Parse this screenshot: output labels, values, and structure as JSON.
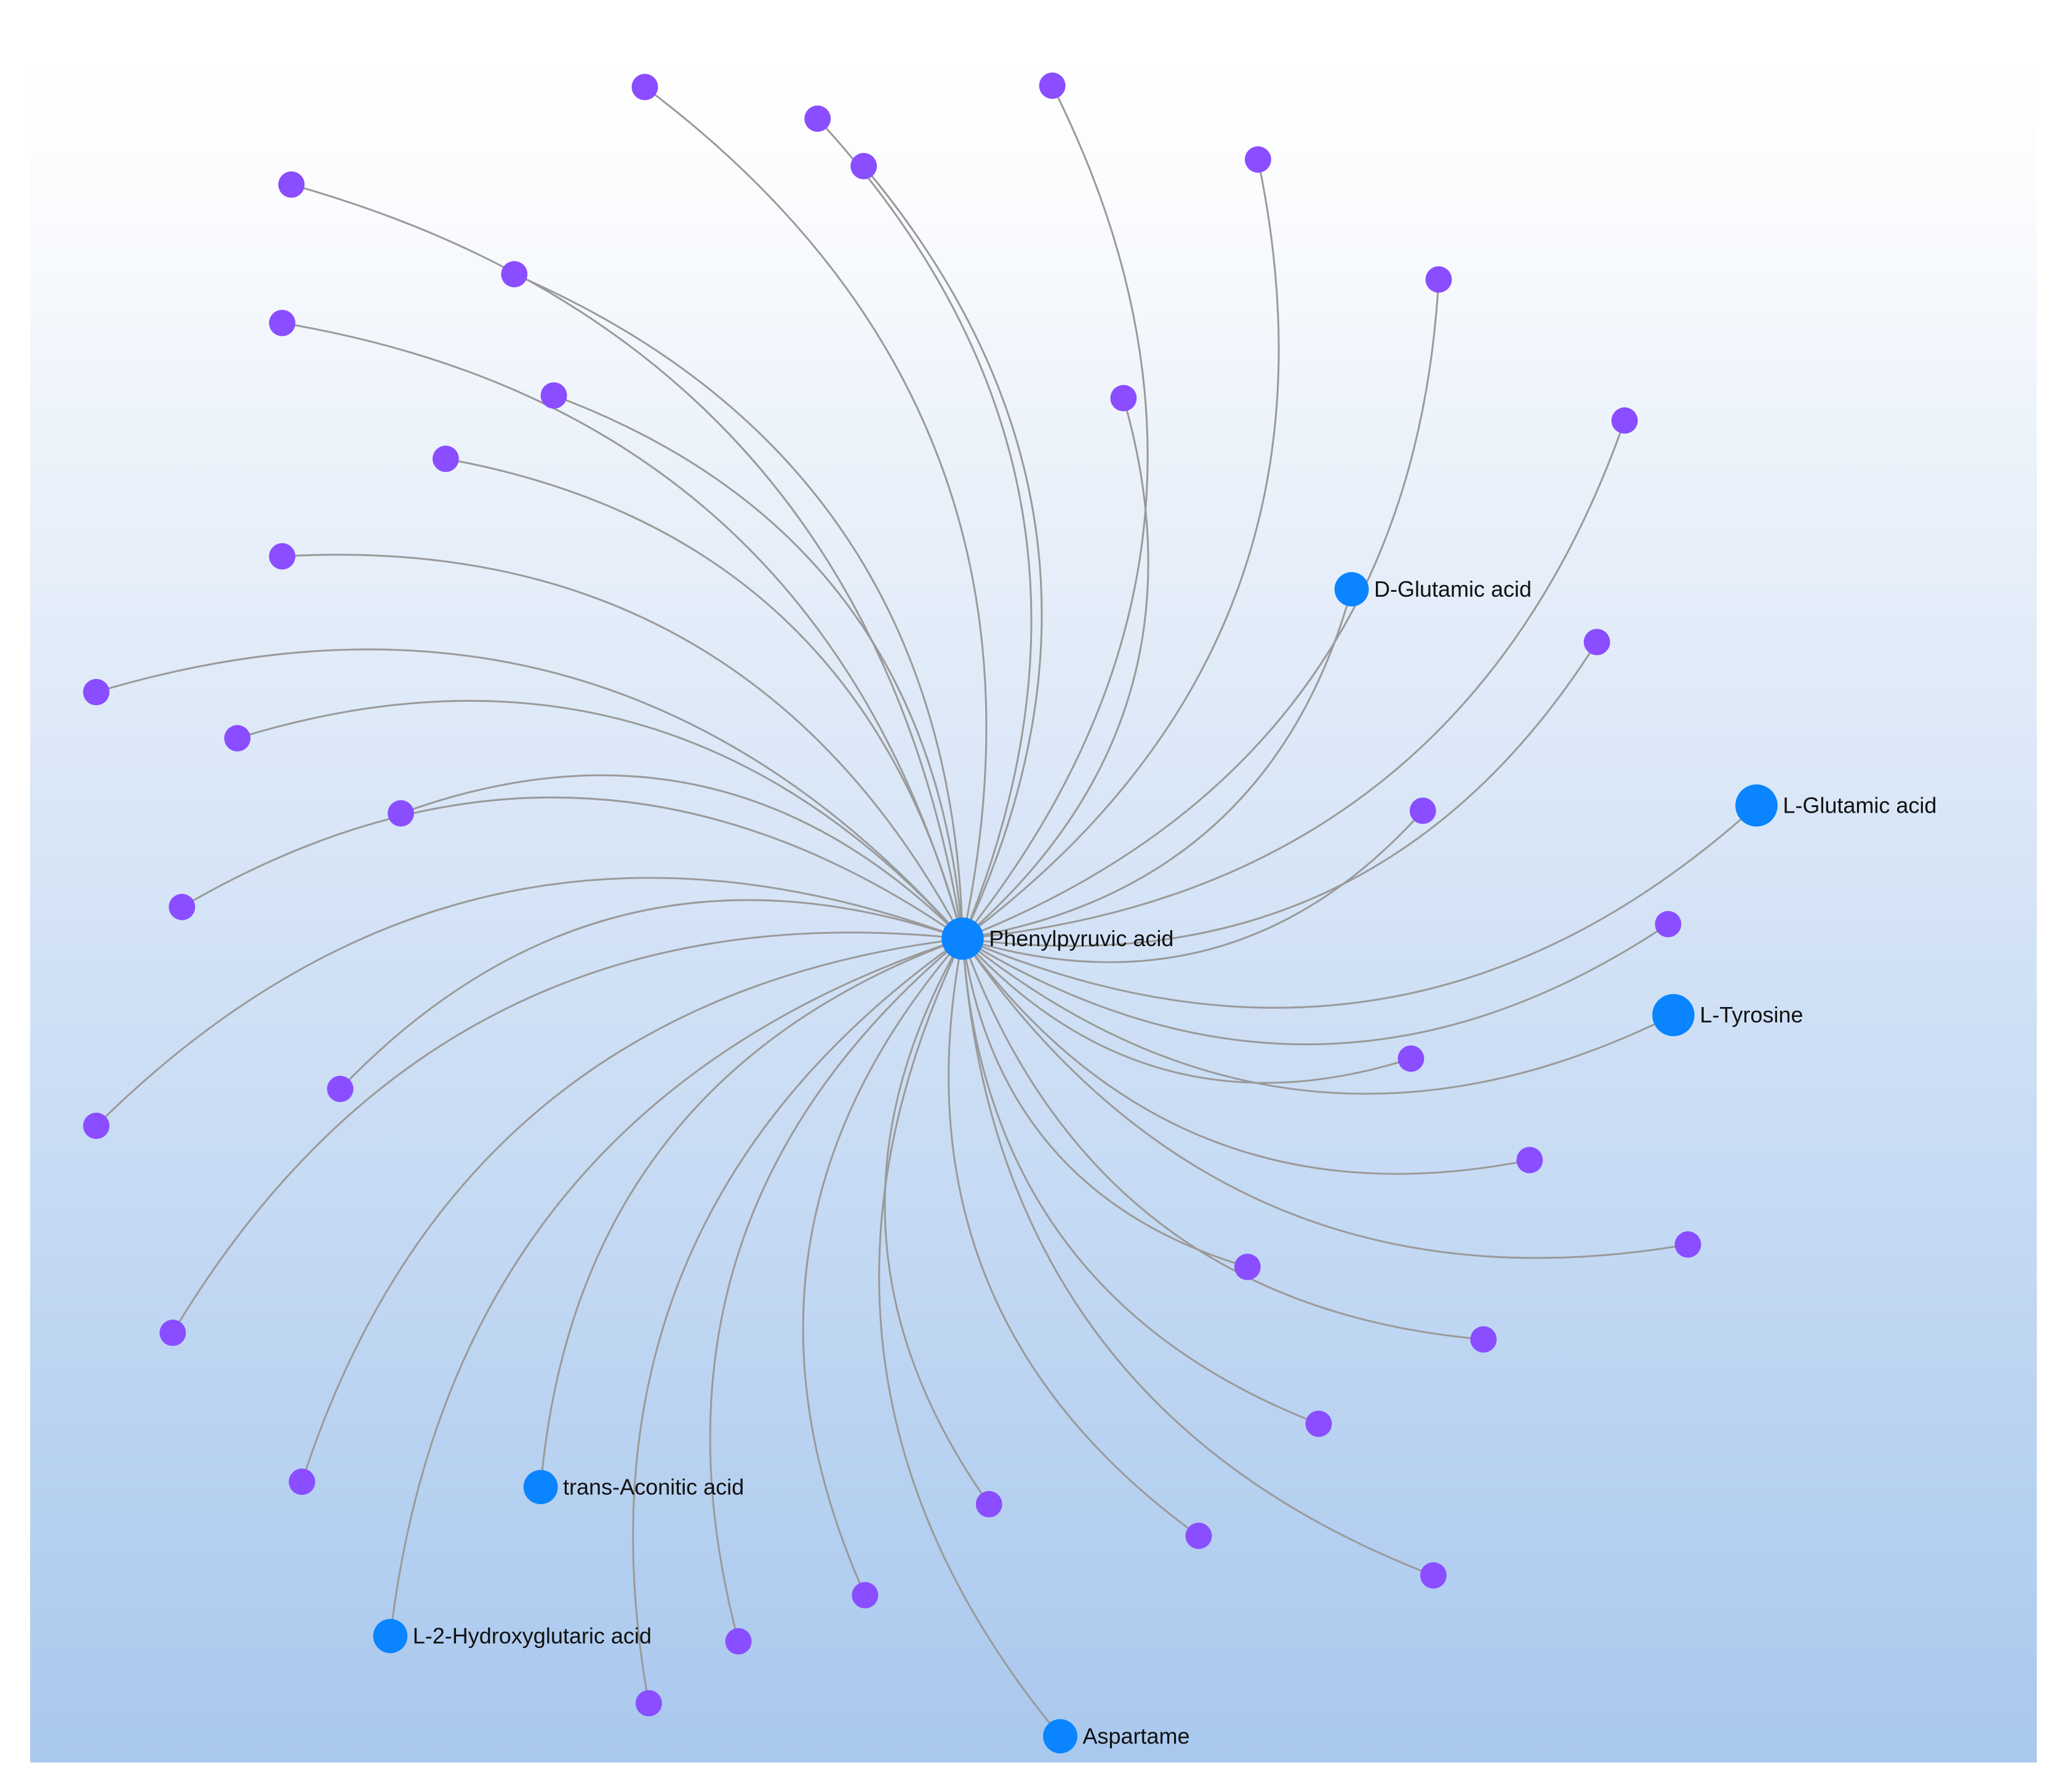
{
  "graph": {
    "center": {
      "label": "Phenylpyruvic acid"
    },
    "labeled_nodes": [
      {
        "label": "D-Glutamic acid"
      },
      {
        "label": "L-Glutamic acid"
      },
      {
        "label": "L-Tyrosine"
      },
      {
        "label": "trans-Aconitic acid"
      },
      {
        "label": "L-2-Hydroxyglutaric acid"
      },
      {
        "label": "Aspartame"
      }
    ],
    "unlabeled_node_count": 37,
    "colors": {
      "labeled_node": "#0a84ff",
      "unlabeled_node": "#8a4dff",
      "edge": "#9a9a9a",
      "background_top": "#ffffff",
      "background_bottom": "#a9c8ee"
    }
  }
}
